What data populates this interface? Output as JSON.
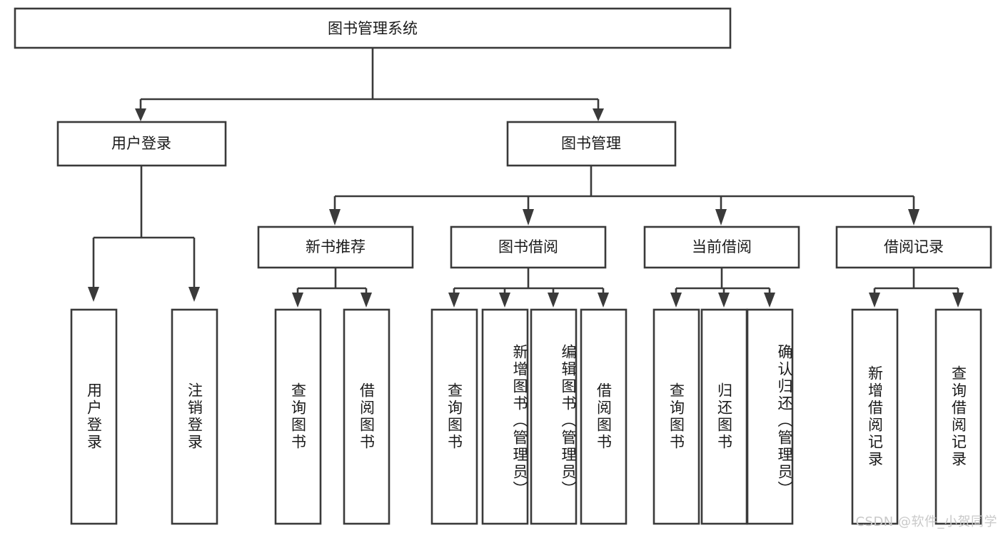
{
  "diagram": {
    "type": "tree-hierarchy",
    "title": "图书管理系统",
    "watermark": "CSDN @软件_小贺同学",
    "colors": {
      "stroke": "#3a3a3a",
      "box_fill": "#ffffff",
      "text": "#1a1a1a",
      "watermark": "#c9c9c9",
      "background": "#ffffff"
    },
    "levels": {
      "root": {
        "label": "图书管理系统"
      },
      "level2": [
        {
          "label": "用户登录"
        },
        {
          "label": "图书管理"
        }
      ],
      "level3": [
        {
          "label": "新书推荐"
        },
        {
          "label": "图书借阅"
        },
        {
          "label": "当前借阅"
        },
        {
          "label": "借阅记录"
        }
      ],
      "leaves": [
        {
          "label": "用户登录",
          "parent": "用户登录"
        },
        {
          "label": "注销登录",
          "parent": "用户登录"
        },
        {
          "label": "查询图书",
          "parent": "新书推荐"
        },
        {
          "label": "借阅图书",
          "parent": "新书推荐"
        },
        {
          "label": "查询图书",
          "parent": "图书借阅"
        },
        {
          "label": "新增图书（管理员）",
          "parent": "图书借阅"
        },
        {
          "label": "编辑图书（管理员）",
          "parent": "图书借阅"
        },
        {
          "label": "借阅图书",
          "parent": "图书借阅"
        },
        {
          "label": "查询图书",
          "parent": "当前借阅"
        },
        {
          "label": "归还图书",
          "parent": "当前借阅"
        },
        {
          "label": "确认归还（管理员）",
          "parent": "当前借阅"
        },
        {
          "label": "新增借阅记录",
          "parent": "借阅记录"
        },
        {
          "label": "查询借阅记录",
          "parent": "借阅记录"
        }
      ]
    }
  }
}
